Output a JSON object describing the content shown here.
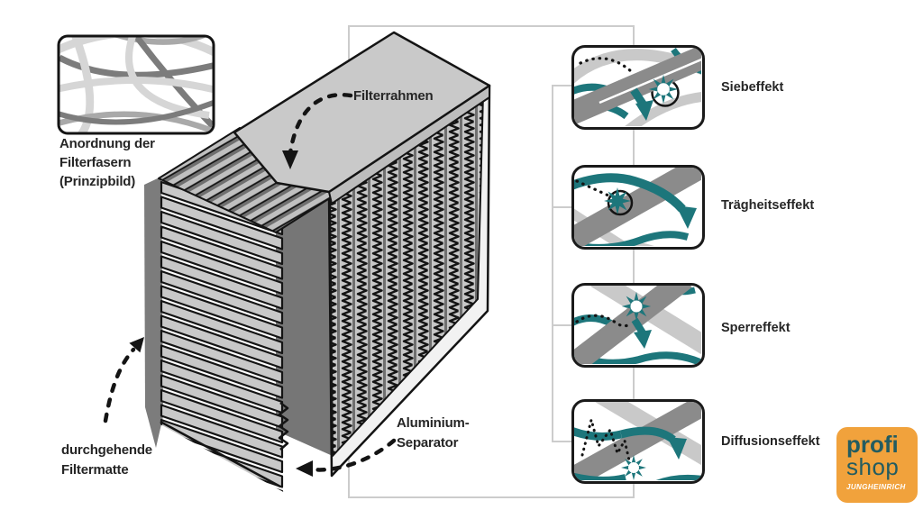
{
  "inset": {
    "caption_lines": [
      "Anordnung der",
      "Filterfasern",
      "(Prinzipbild)"
    ]
  },
  "callouts": {
    "filter_frame": "Filterrahmen",
    "filter_mat_lines": [
      "durchgehende",
      "Filtermatte"
    ],
    "separator_lines": [
      "Aluminium-",
      "Separator"
    ]
  },
  "effects": [
    {
      "label": "Siebeffekt"
    },
    {
      "label": "Trägheitseffekt"
    },
    {
      "label": "Sperreffekt"
    },
    {
      "label": "Diffusionseffekt"
    }
  ],
  "logo": {
    "word_top": "profi",
    "word_bottom": "shop",
    "brand": "JUNGHEINRICH"
  },
  "colors": {
    "teal": "#1d767b",
    "fiber_band_gray": "#8b8b8b",
    "fiber_band_light": "#c9c9c9",
    "frame_gray": "#c9c9c9",
    "connector_gray": "#cccccc",
    "ink": "#141414",
    "logo_orange": "#F1A23C",
    "logo_text_teal": "#235C60"
  }
}
